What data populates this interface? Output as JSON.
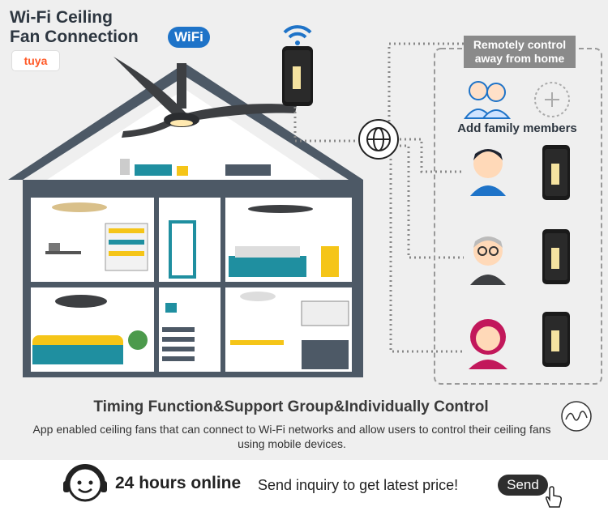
{
  "header": {
    "title_line1": "Wi-Fi Ceiling",
    "title_line2": "Fan Connection",
    "wifi_badge": "WiFi",
    "brand_badge": "tuya"
  },
  "remote": {
    "line1": "Remotely control",
    "line2": "away from home"
  },
  "family": {
    "label": "Add family members"
  },
  "phone": {
    "screen_title": "Ceiling Fan"
  },
  "body_text": {
    "heading": "Timing Function&Support Group&Individually Control",
    "description": "App enabled ceiling fans that can connect to Wi-Fi networks and allow users to control their ceiling fans using mobile devices."
  },
  "footer": {
    "online": "24 hours online",
    "inquiry": "Send inquiry to get latest price!",
    "send_button": "Send"
  },
  "colors": {
    "house": "#4d5966",
    "accent_blue": "#1e73c8",
    "fan": "#3d3f42",
    "teal": "#1f8fa0",
    "yellow": "#f5c518"
  },
  "icons": [
    "wifi-icon",
    "globe-icon",
    "plus-icon",
    "headset-icon",
    "hand-cursor-icon",
    "signature-logo"
  ]
}
